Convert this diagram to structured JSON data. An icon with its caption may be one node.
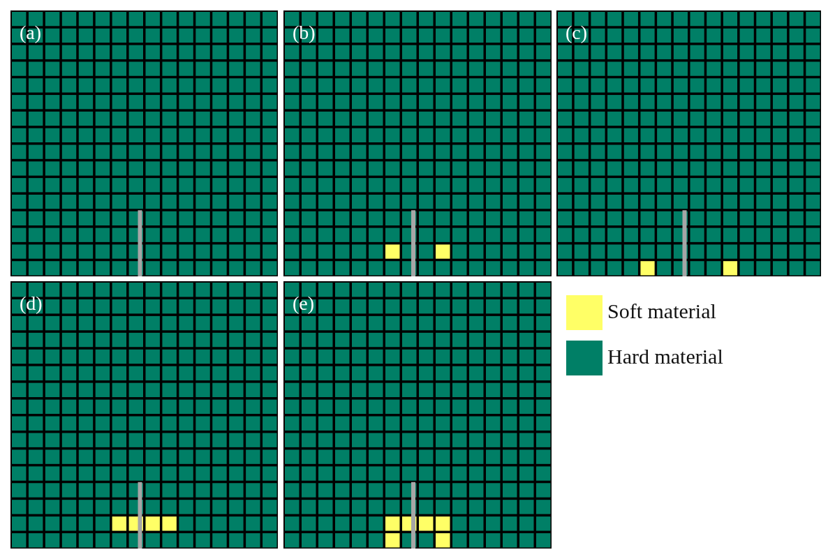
{
  "diagram": {
    "labels": [
      "(a)",
      "(b)",
      "(c)",
      "(d)",
      "(e)"
    ],
    "legend": [
      {
        "text": "Soft material",
        "color": "#ffff66"
      },
      {
        "text": "Hard material",
        "color": "#007f66"
      }
    ]
  }
}
